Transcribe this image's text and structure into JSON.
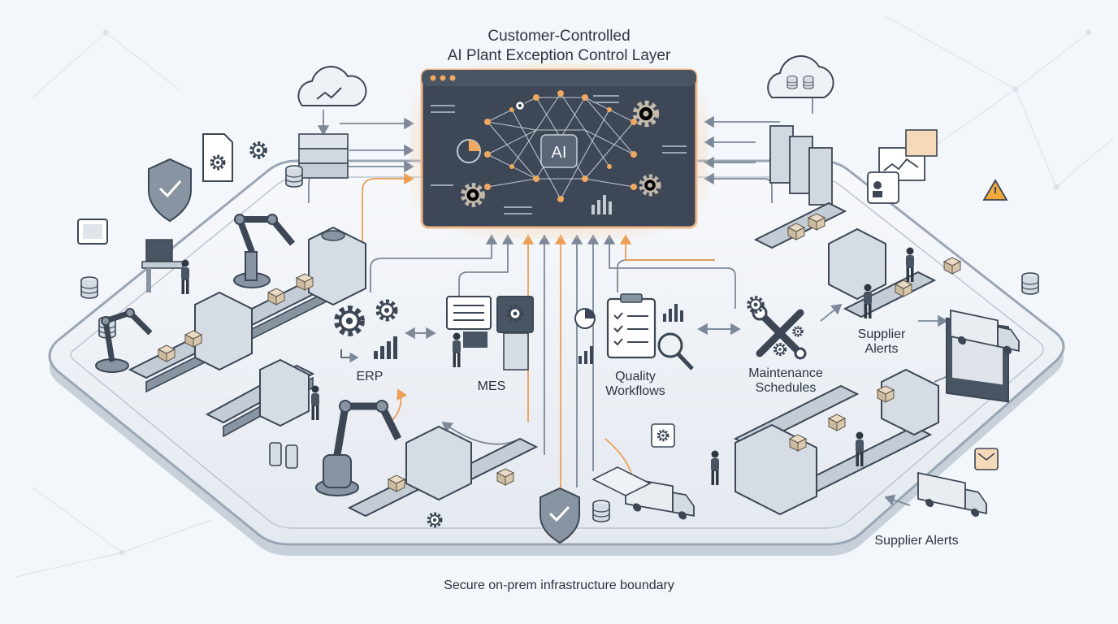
{
  "title": {
    "line1": "Customer-Controlled",
    "line2": "AI Plant Exception Control Layer"
  },
  "core": {
    "badge": "AI"
  },
  "nodes": {
    "erp": "ERP",
    "mes": "MES",
    "quality": [
      "Quality",
      "Workflows"
    ],
    "maintenance": [
      "Maintenance",
      "Schedules"
    ],
    "supplier_right": [
      "Supplier",
      "Alerts"
    ],
    "supplier_bottom": "Supplier Alerts"
  },
  "boundary_label": "Secure on-prem infrastructure boundary",
  "colors": {
    "background": "#f3f6fa",
    "panel": "#3d4756",
    "panel_glow": "#f5c89a",
    "accent_orange": "#f0a860",
    "line_gray": "#8a96a6",
    "platform": "#e6ebf1",
    "warning": "#f2a93b"
  },
  "icons": [
    "cloud-analytics-icon",
    "server-icon",
    "shield-check-icon",
    "gear-icon",
    "document-gear-icon",
    "database-icon",
    "robot-arm-icon",
    "conveyor-icon",
    "truck-icon",
    "clipboard-checklist-icon",
    "magnifier-icon",
    "wrench-screwdriver-icon",
    "warning-icon",
    "monitor-icon",
    "worker-icon",
    "envelope-icon"
  ]
}
